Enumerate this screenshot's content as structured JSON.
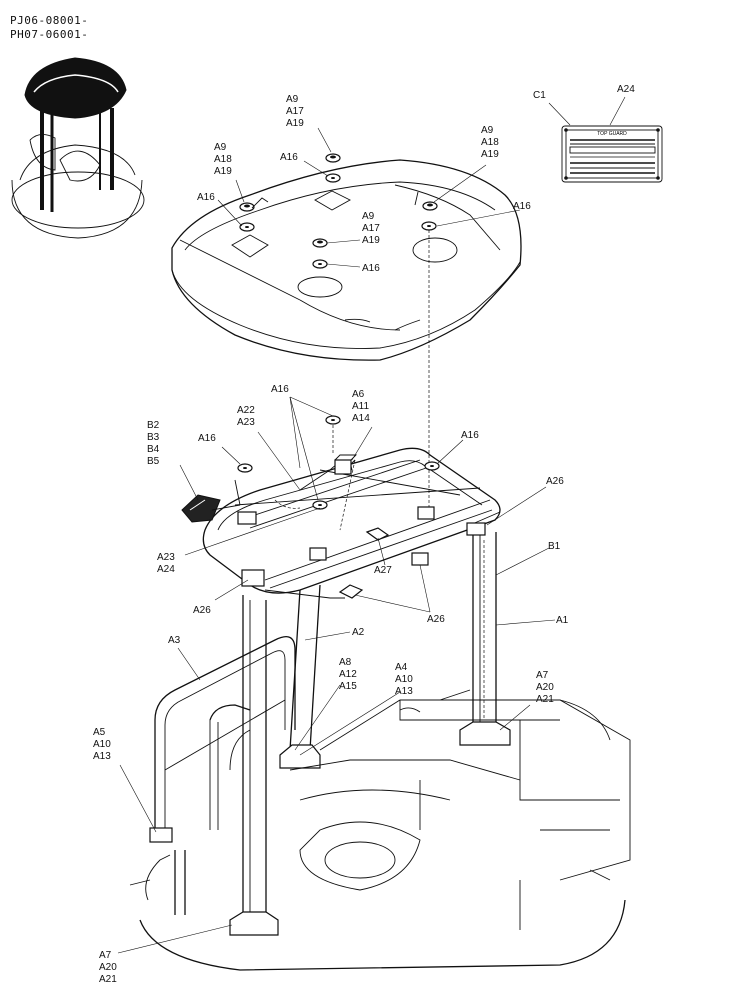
{
  "header": {
    "line1": "PJ06-08001-",
    "line2": "PH07-06001-"
  },
  "plate": {
    "title": "TOP GUARD"
  },
  "labels": [
    {
      "id": "a9-a17-a19-top",
      "lines": [
        "A9",
        "A17",
        "A19"
      ]
    },
    {
      "id": "c1",
      "lines": [
        "C1"
      ]
    },
    {
      "id": "a24-plate",
      "lines": [
        "A24"
      ]
    },
    {
      "id": "a9-a18-a19-left",
      "lines": [
        "A9",
        "A18",
        "A19"
      ]
    },
    {
      "id": "a16-upper-left",
      "lines": [
        "A16"
      ]
    },
    {
      "id": "a16-top-center",
      "lines": [
        "A16"
      ]
    },
    {
      "id": "a9-a18-a19-right",
      "lines": [
        "A9",
        "A18",
        "A19"
      ]
    },
    {
      "id": "a16-right",
      "lines": [
        "A16"
      ]
    },
    {
      "id": "a9-a17-a19-mid",
      "lines": [
        "A9",
        "A17",
        "A19"
      ]
    },
    {
      "id": "a16-mid",
      "lines": [
        "A16"
      ]
    },
    {
      "id": "a16-frame-top",
      "lines": [
        "A16"
      ]
    },
    {
      "id": "a6-a11-a14",
      "lines": [
        "A6",
        "A11",
        "A14"
      ]
    },
    {
      "id": "a22-a23",
      "lines": [
        "A22",
        "A23"
      ]
    },
    {
      "id": "b2-b5",
      "lines": [
        "B2",
        "B3",
        "B4",
        "B5"
      ]
    },
    {
      "id": "a16-frame-left",
      "lines": [
        "A16"
      ]
    },
    {
      "id": "a16-frame-right",
      "lines": [
        "A16"
      ]
    },
    {
      "id": "a26-right",
      "lines": [
        "A26"
      ]
    },
    {
      "id": "b1",
      "lines": [
        "B1"
      ]
    },
    {
      "id": "a23-a24",
      "lines": [
        "A23",
        "A24"
      ]
    },
    {
      "id": "a27",
      "lines": [
        "A27"
      ]
    },
    {
      "id": "a26-left",
      "lines": [
        "A26"
      ]
    },
    {
      "id": "a26-bottom",
      "lines": [
        "A26"
      ]
    },
    {
      "id": "a1",
      "lines": [
        "A1"
      ]
    },
    {
      "id": "a3",
      "lines": [
        "A3"
      ]
    },
    {
      "id": "a2",
      "lines": [
        "A2"
      ]
    },
    {
      "id": "a8-a12-a15",
      "lines": [
        "A8",
        "A12",
        "A15"
      ]
    },
    {
      "id": "a4-a10-a13",
      "lines": [
        "A4",
        "A10",
        "A13"
      ]
    },
    {
      "id": "a7-a20-a21-right",
      "lines": [
        "A7",
        "A20",
        "A21"
      ]
    },
    {
      "id": "a5-a10-a13",
      "lines": [
        "A5",
        "A10",
        "A13"
      ]
    },
    {
      "id": "a7-a20-a21-bottom",
      "lines": [
        "A7",
        "A20",
        "A21"
      ]
    }
  ]
}
